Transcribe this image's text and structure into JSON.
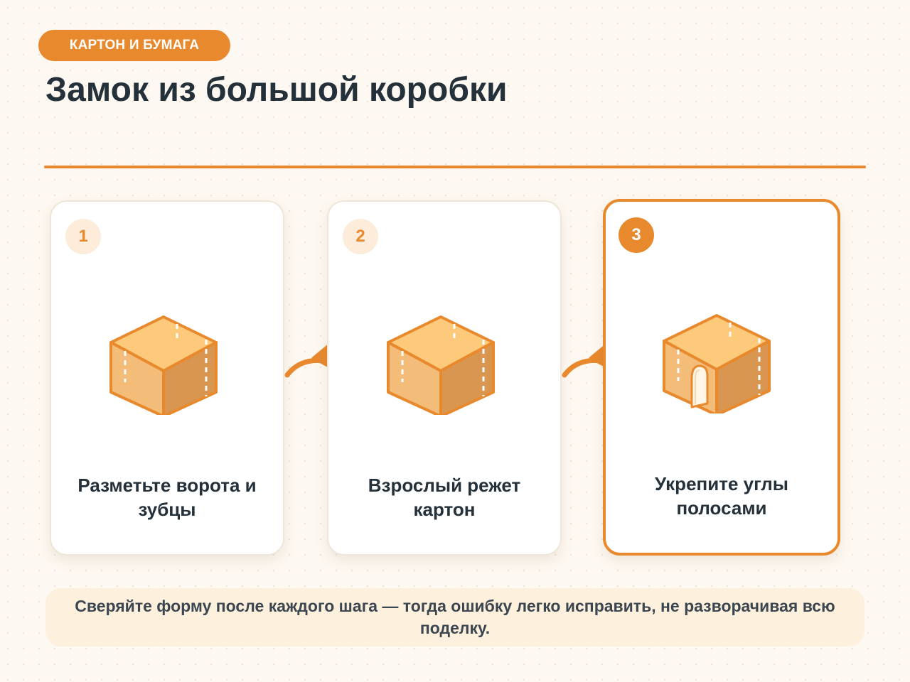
{
  "header": {
    "category": "КАРТОН И БУМАГА",
    "title": "Замок из большой коробки"
  },
  "steps": [
    {
      "number": "1",
      "caption": "Разметьте ворота и зубцы",
      "active": false
    },
    {
      "number": "2",
      "caption": "Взрослый режет картон",
      "active": false
    },
    {
      "number": "3",
      "caption": "Укрепите углы полосами",
      "active": true
    }
  ],
  "tip": {
    "text": "Сверяйте форму после каждого шага — тогда ошибку легко исправить, не разворачивая всю поделку."
  },
  "colors": {
    "accent": "#e8892e",
    "box_top": "#fdc97a",
    "box_left": "#f3bc79",
    "box_right": "#d99650",
    "text": "#24313a",
    "background": "#fdf8f1",
    "tip_background": "#fdf0dd"
  },
  "icons": {
    "step_illustration": "cardboard-box-icon",
    "gate": "castle-gate-icon",
    "connector": "curved-arrow-icon"
  }
}
